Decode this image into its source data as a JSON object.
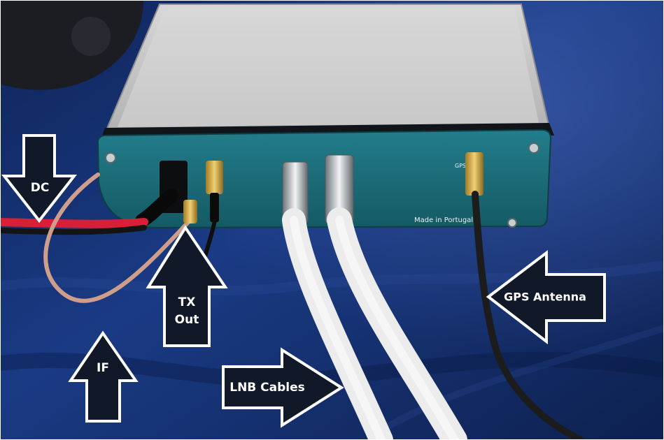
{
  "photo": {
    "subject": "SDR transceiver enclosure with front panel connectors",
    "panel_text": {
      "made_in": "Made in Portugal",
      "gps_label": "GPS"
    },
    "labels": {
      "dc": "DC",
      "tx_line1": "TX",
      "tx_line2": "Out",
      "if": "IF",
      "lnb": "LNB Cables",
      "gps": "GPS Antenna"
    },
    "colors": {
      "fabric": "#17306f",
      "panel": "#1c6876",
      "enclosure": "#c7c7c7",
      "arrow_fill": "#111827",
      "arrow_stroke": "#ffffff",
      "dc_wire_red": "#d81f38",
      "if_cable": "#cf9e8b",
      "lnb_cable": "#ececec",
      "gps_cable": "#1c1c1c"
    }
  }
}
